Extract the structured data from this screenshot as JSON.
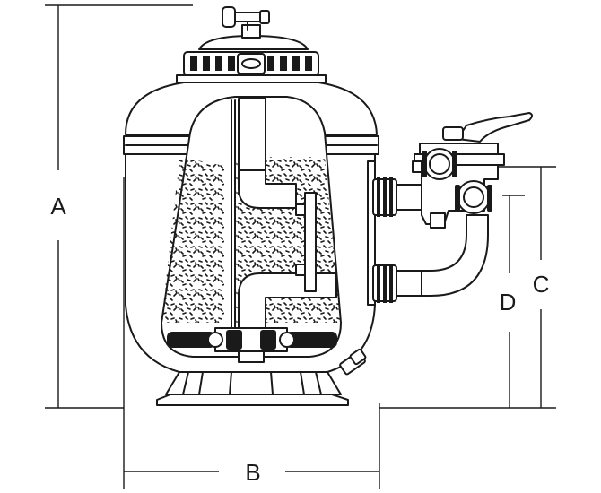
{
  "figure": {
    "dimension_labels": {
      "a": "A",
      "b": "B",
      "c": "C",
      "d": "D"
    }
  }
}
